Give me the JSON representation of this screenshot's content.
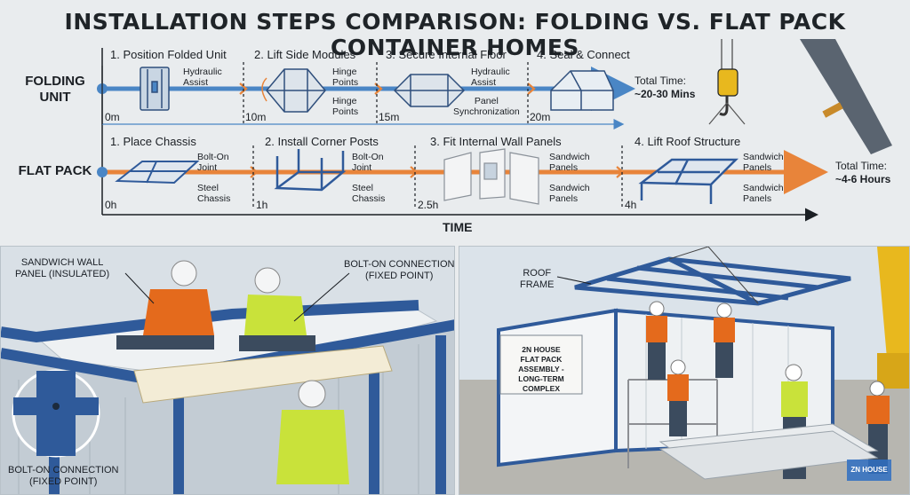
{
  "title": "INSTALLATION STEPS COMPARISON: FOLDING VS. FLAT PACK CONTAINER HOMES",
  "timeline": {
    "axis_label": "TIME",
    "folding": {
      "label_line1": "FOLDING",
      "label_line2": "UNIT",
      "steps": [
        {
          "title": "1. Position Folded Unit",
          "notes": [
            "Hydraulic",
            "Assist"
          ]
        },
        {
          "title": "2. Lift Side Modules",
          "notes": [
            "Hinge",
            "Points",
            "Hinge",
            "Points"
          ]
        },
        {
          "title": "3. Secure Internal Floor",
          "notes": [
            "Hydraulic",
            "Assist",
            "Panel",
            "Synchronization"
          ]
        },
        {
          "title": "4. Seal & Connect",
          "notes": []
        }
      ],
      "ticks": [
        "0m",
        "10m",
        "15m",
        "20m"
      ],
      "total_line1": "Total Time:",
      "total_line2": "~20-30 Mins"
    },
    "flatpack": {
      "label": "FLAT PACK",
      "steps": [
        {
          "title": "1. Place Chassis",
          "notes": [
            "Bolt-On",
            "Joint",
            "Steel",
            "Chassis"
          ]
        },
        {
          "title": "2. Install Corner Posts",
          "notes": [
            "Bolt-On",
            "Joint",
            "Steel",
            "Chassis"
          ]
        },
        {
          "title": "3. Fit Internal Wall Panels",
          "notes": [
            "Sandwich",
            "Panels",
            "Sandwich",
            "Panels"
          ]
        },
        {
          "title": "4. Lift Roof Structure",
          "notes": [
            "Sandwich",
            "Panels",
            "Sandwich",
            "Panels"
          ]
        }
      ],
      "ticks": [
        "0h",
        "1h",
        "2.5h",
        "4h"
      ],
      "total_line1": "Total Time:",
      "total_line2": "~4-6 Hours"
    }
  },
  "left_panel": {
    "callout_wall_line1": "SANDWICH WALL",
    "callout_wall_line2": "PANEL (INSULATED)",
    "callout_bolt_line1": "BOLT-ON CONNECTION",
    "callout_bolt_line2": "(FIXED POINT)",
    "callout_detail_line1": "BOLT-ON CONNECTION",
    "callout_detail_line2": "(FIXED POINT)"
  },
  "right_panel": {
    "callout_roof_line1": "ROOF",
    "callout_roof_line2": "FRAME",
    "banner_line1": "2N HOUSE",
    "banner_line2": "FLAT PACK ASSEMBLY -",
    "banner_line3": "LONG-TERM COMPLEX",
    "logo_text": "ZN HOUSE"
  },
  "colors": {
    "folding_arrow": "#4a86c5",
    "flatpack_arrow": "#e8843a",
    "steel_blue": "#2f5a9a",
    "vest_orange": "#e46a1c",
    "vest_yellow": "#c9e23a"
  }
}
